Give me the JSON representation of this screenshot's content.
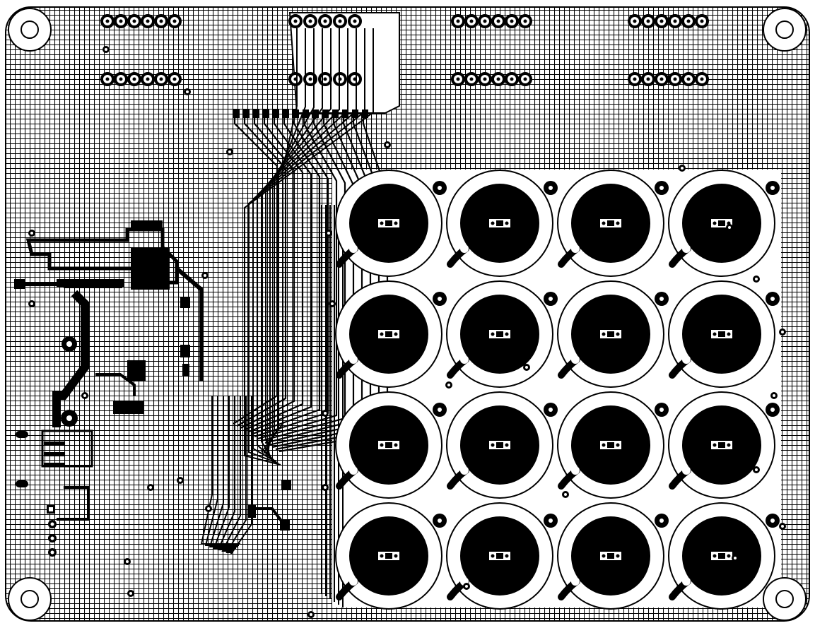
{
  "board": {
    "layer": "copper-top",
    "colors": {
      "copper": "#000000",
      "background": "#ffffff",
      "hatch": "#000000"
    },
    "button_pads": {
      "rows": 4,
      "cols": 4
    },
    "mounting_holes": 4
  }
}
